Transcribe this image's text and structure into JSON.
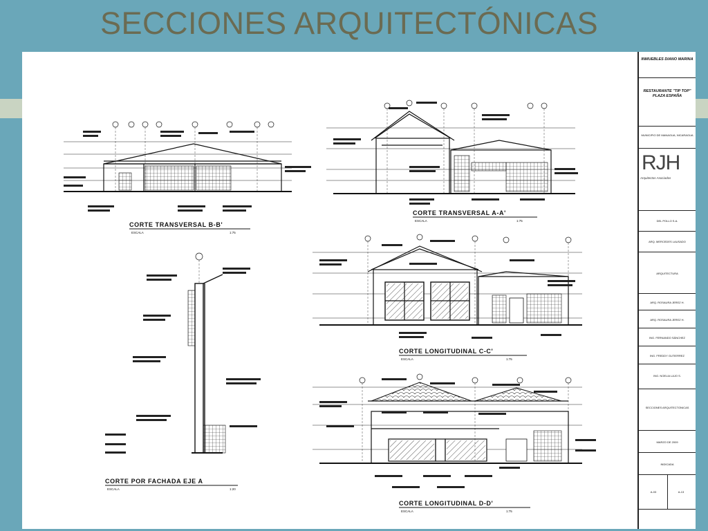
{
  "slide": {
    "title": "SECCIONES ARQUITECTÓNICAS"
  },
  "drawings": {
    "corte_bb": {
      "title": "CORTE TRANSVERSAL B-B'",
      "scale_label": "ESCALA",
      "scale": "1:75"
    },
    "corte_aa": {
      "title": "CORTE TRANSVERSAL A-A'",
      "scale_label": "ESCALA",
      "scale": "1:75"
    },
    "corte_cc": {
      "title": "CORTE LONGITUDINAL C-C'",
      "scale_label": "ESCALA",
      "scale": "1:75"
    },
    "corte_fachada": {
      "title": "CORTE POR FACHADA EJE A",
      "scale_label": "ESCALA",
      "scale": "1:20"
    },
    "corte_dd": {
      "title": "CORTE LONGITUDINAL D-D'",
      "scale_label": "ESCALA",
      "scale": "1:75"
    }
  },
  "title_block": {
    "company": "INMUEBLES DIANO MARINA",
    "project": "RESTAURANTE \"TIP TOP\" PLAZA ESPAÑA",
    "location": "MUNICIPIO DE MANAGUA, NICARAGUA",
    "logo": "RJH",
    "logo_sub": "Arquitectos Asociados",
    "owner": "DEL POLLO S.A.",
    "design": "ARQ. MERCEDES LAUSADO",
    "sheet_content": "ARQUITECTURA",
    "drew": "ARQ. ROSAURA JEREZ H.",
    "reviewed": "ARQ. ROSAURA JEREZ H.",
    "engineer1": "ING. FERNANDO SÁNCHEZ",
    "engineer2": "ING. FREDDY GUTIERREZ",
    "engineer3": "ING. NOELIA LAJO S.",
    "sheet_name": "SECCIONES ARQUITECTONICAS",
    "date": "MARZO DE 2009",
    "scale": "INDICADA",
    "sheet_code": "A-03",
    "sheet_total": "A-13"
  }
}
